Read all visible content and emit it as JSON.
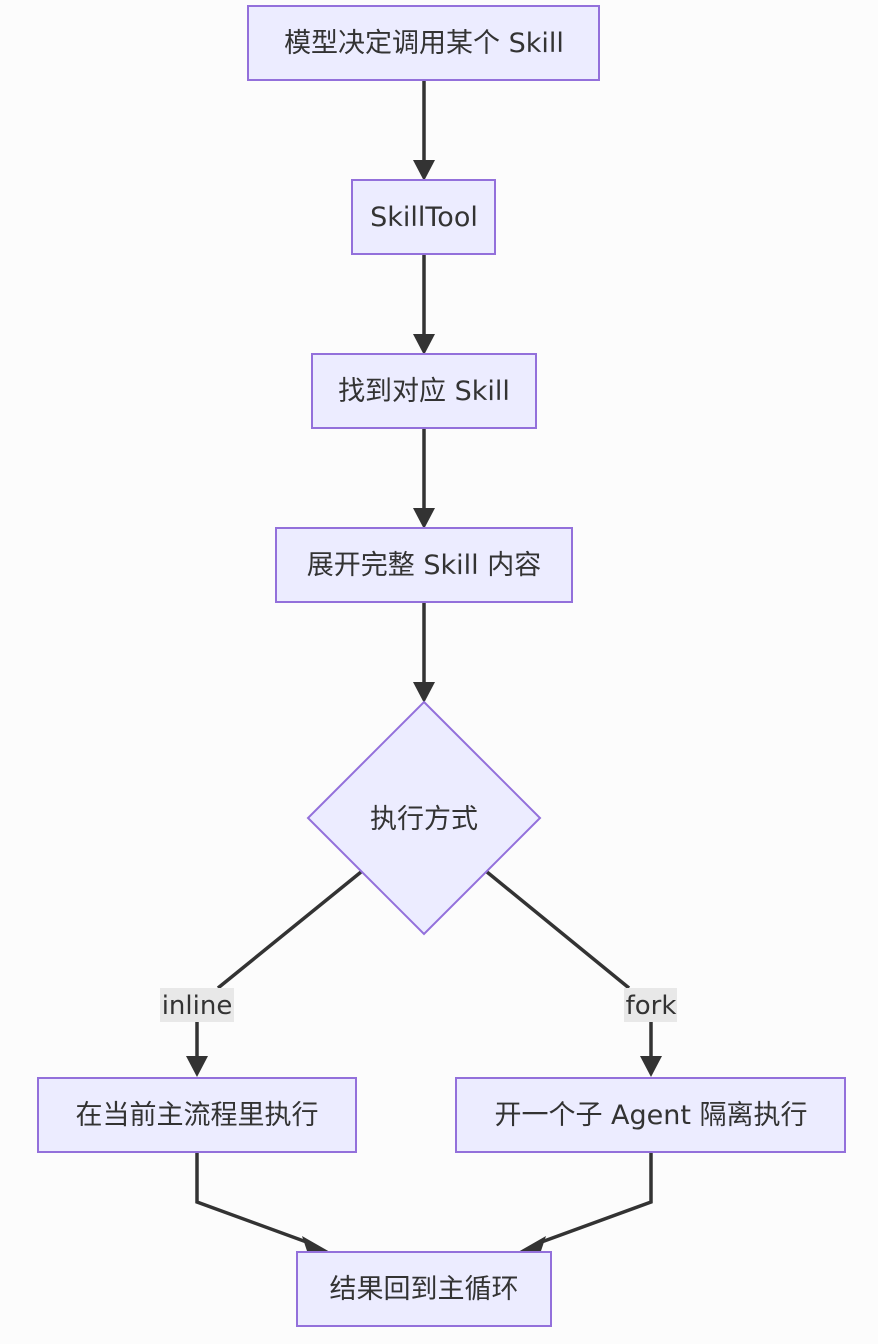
{
  "diagram": {
    "type": "flowchart",
    "direction": "top-down",
    "colors": {
      "node_fill": "#ececff",
      "node_stroke": "#9370db",
      "edge": "#333333",
      "label_bg": "#e8e8e8",
      "text": "#333333"
    },
    "nodes": {
      "decide": "模型决定调用某个 Skill",
      "skilltool": "SkillTool",
      "find": "找到对应 Skill",
      "expand": "展开完整 Skill 内容",
      "mode": "执行方式",
      "inline_exec": "在当前主流程里执行",
      "fork_exec": "开一个子 Agent 隔离执行",
      "result": "结果回到主循环"
    },
    "edge_labels": {
      "inline": "inline",
      "fork": "fork"
    },
    "edges": [
      {
        "from": "decide",
        "to": "skilltool"
      },
      {
        "from": "skilltool",
        "to": "find"
      },
      {
        "from": "find",
        "to": "expand"
      },
      {
        "from": "expand",
        "to": "mode"
      },
      {
        "from": "mode",
        "to": "inline_exec",
        "label": "inline"
      },
      {
        "from": "mode",
        "to": "fork_exec",
        "label": "fork"
      },
      {
        "from": "inline_exec",
        "to": "result"
      },
      {
        "from": "fork_exec",
        "to": "result"
      }
    ]
  }
}
